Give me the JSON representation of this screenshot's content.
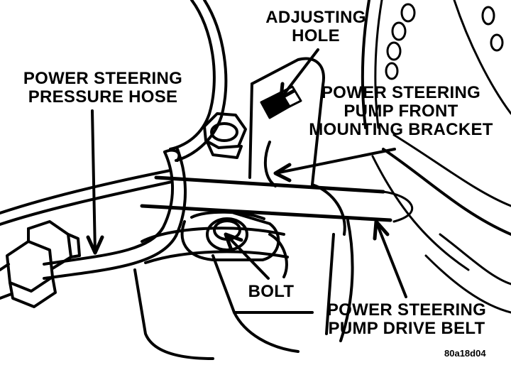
{
  "diagram": {
    "labels": {
      "adjusting_hole": [
        "ADJUSTING",
        "HOLE"
      ],
      "pressure_hose": [
        "POWER STEERING",
        "PRESSURE HOSE"
      ],
      "front_bracket": [
        "POWER STEERING",
        "PUMP FRONT",
        "MOUNTING BRACKET"
      ],
      "bolt": [
        "BOLT"
      ],
      "drive_belt": [
        "POWER STEERING",
        "PUMP DRIVE BELT"
      ]
    },
    "figure_code": "80a18d04",
    "colors": {
      "ink": "#000000",
      "paper": "#ffffff"
    }
  }
}
